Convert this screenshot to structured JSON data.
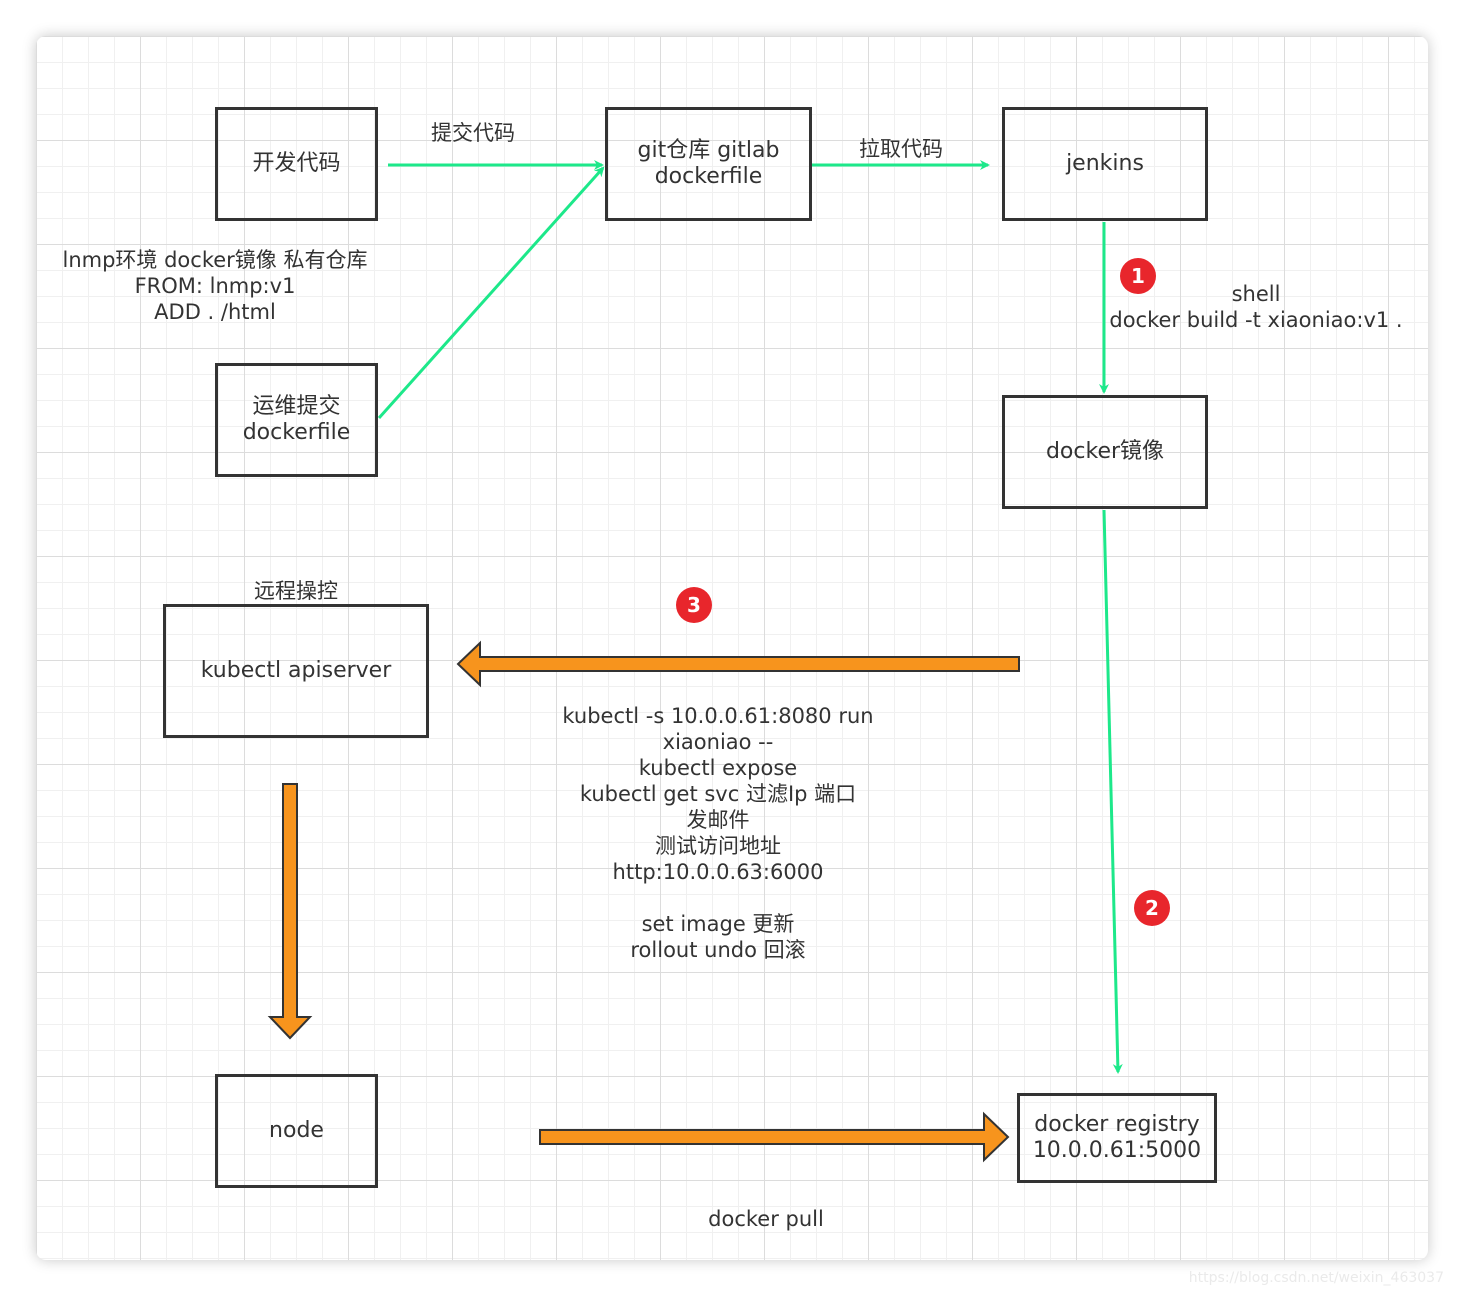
{
  "boxes": {
    "dev_code": "开发代码",
    "git_repo": "git仓库 gitlab\ndockerfile",
    "jenkins": "jenkins",
    "ops_submit": "运维提交\ndockerfile",
    "docker_image": "docker镜像",
    "kubectl": "kubectl apiserver",
    "node": "node",
    "registry": "docker registry\n10.0.0.61:5000"
  },
  "labels": {
    "submit_code": "提交代码",
    "pull_code": "拉取代码",
    "lnmp_note": "lnmp环境 docker镜像 私有仓库\nFROM: lnmp:v1\nADD . /html",
    "shell_note": "shell\ndocker build -t xiaoniao:v1 .",
    "remote_control": "远程操控",
    "kubectl_commands": "kubectl -s 10.0.0.61:8080 run\nxiaoniao --\nkubectl expose\nkubectl get svc 过滤Ip 端口\n发邮件\n测试访问地址\nhttp:10.0.0.63:6000\n\nset image 更新\nrollout undo 回滚",
    "docker_pull": "docker pull"
  },
  "badges": [
    "1",
    "2",
    "3"
  ],
  "colors": {
    "green_arrow": "#1de88a",
    "orange_arrow": "#f7941d",
    "badge": "#e8262c"
  },
  "watermark": "https://blog.csdn.net/weixin_463037"
}
